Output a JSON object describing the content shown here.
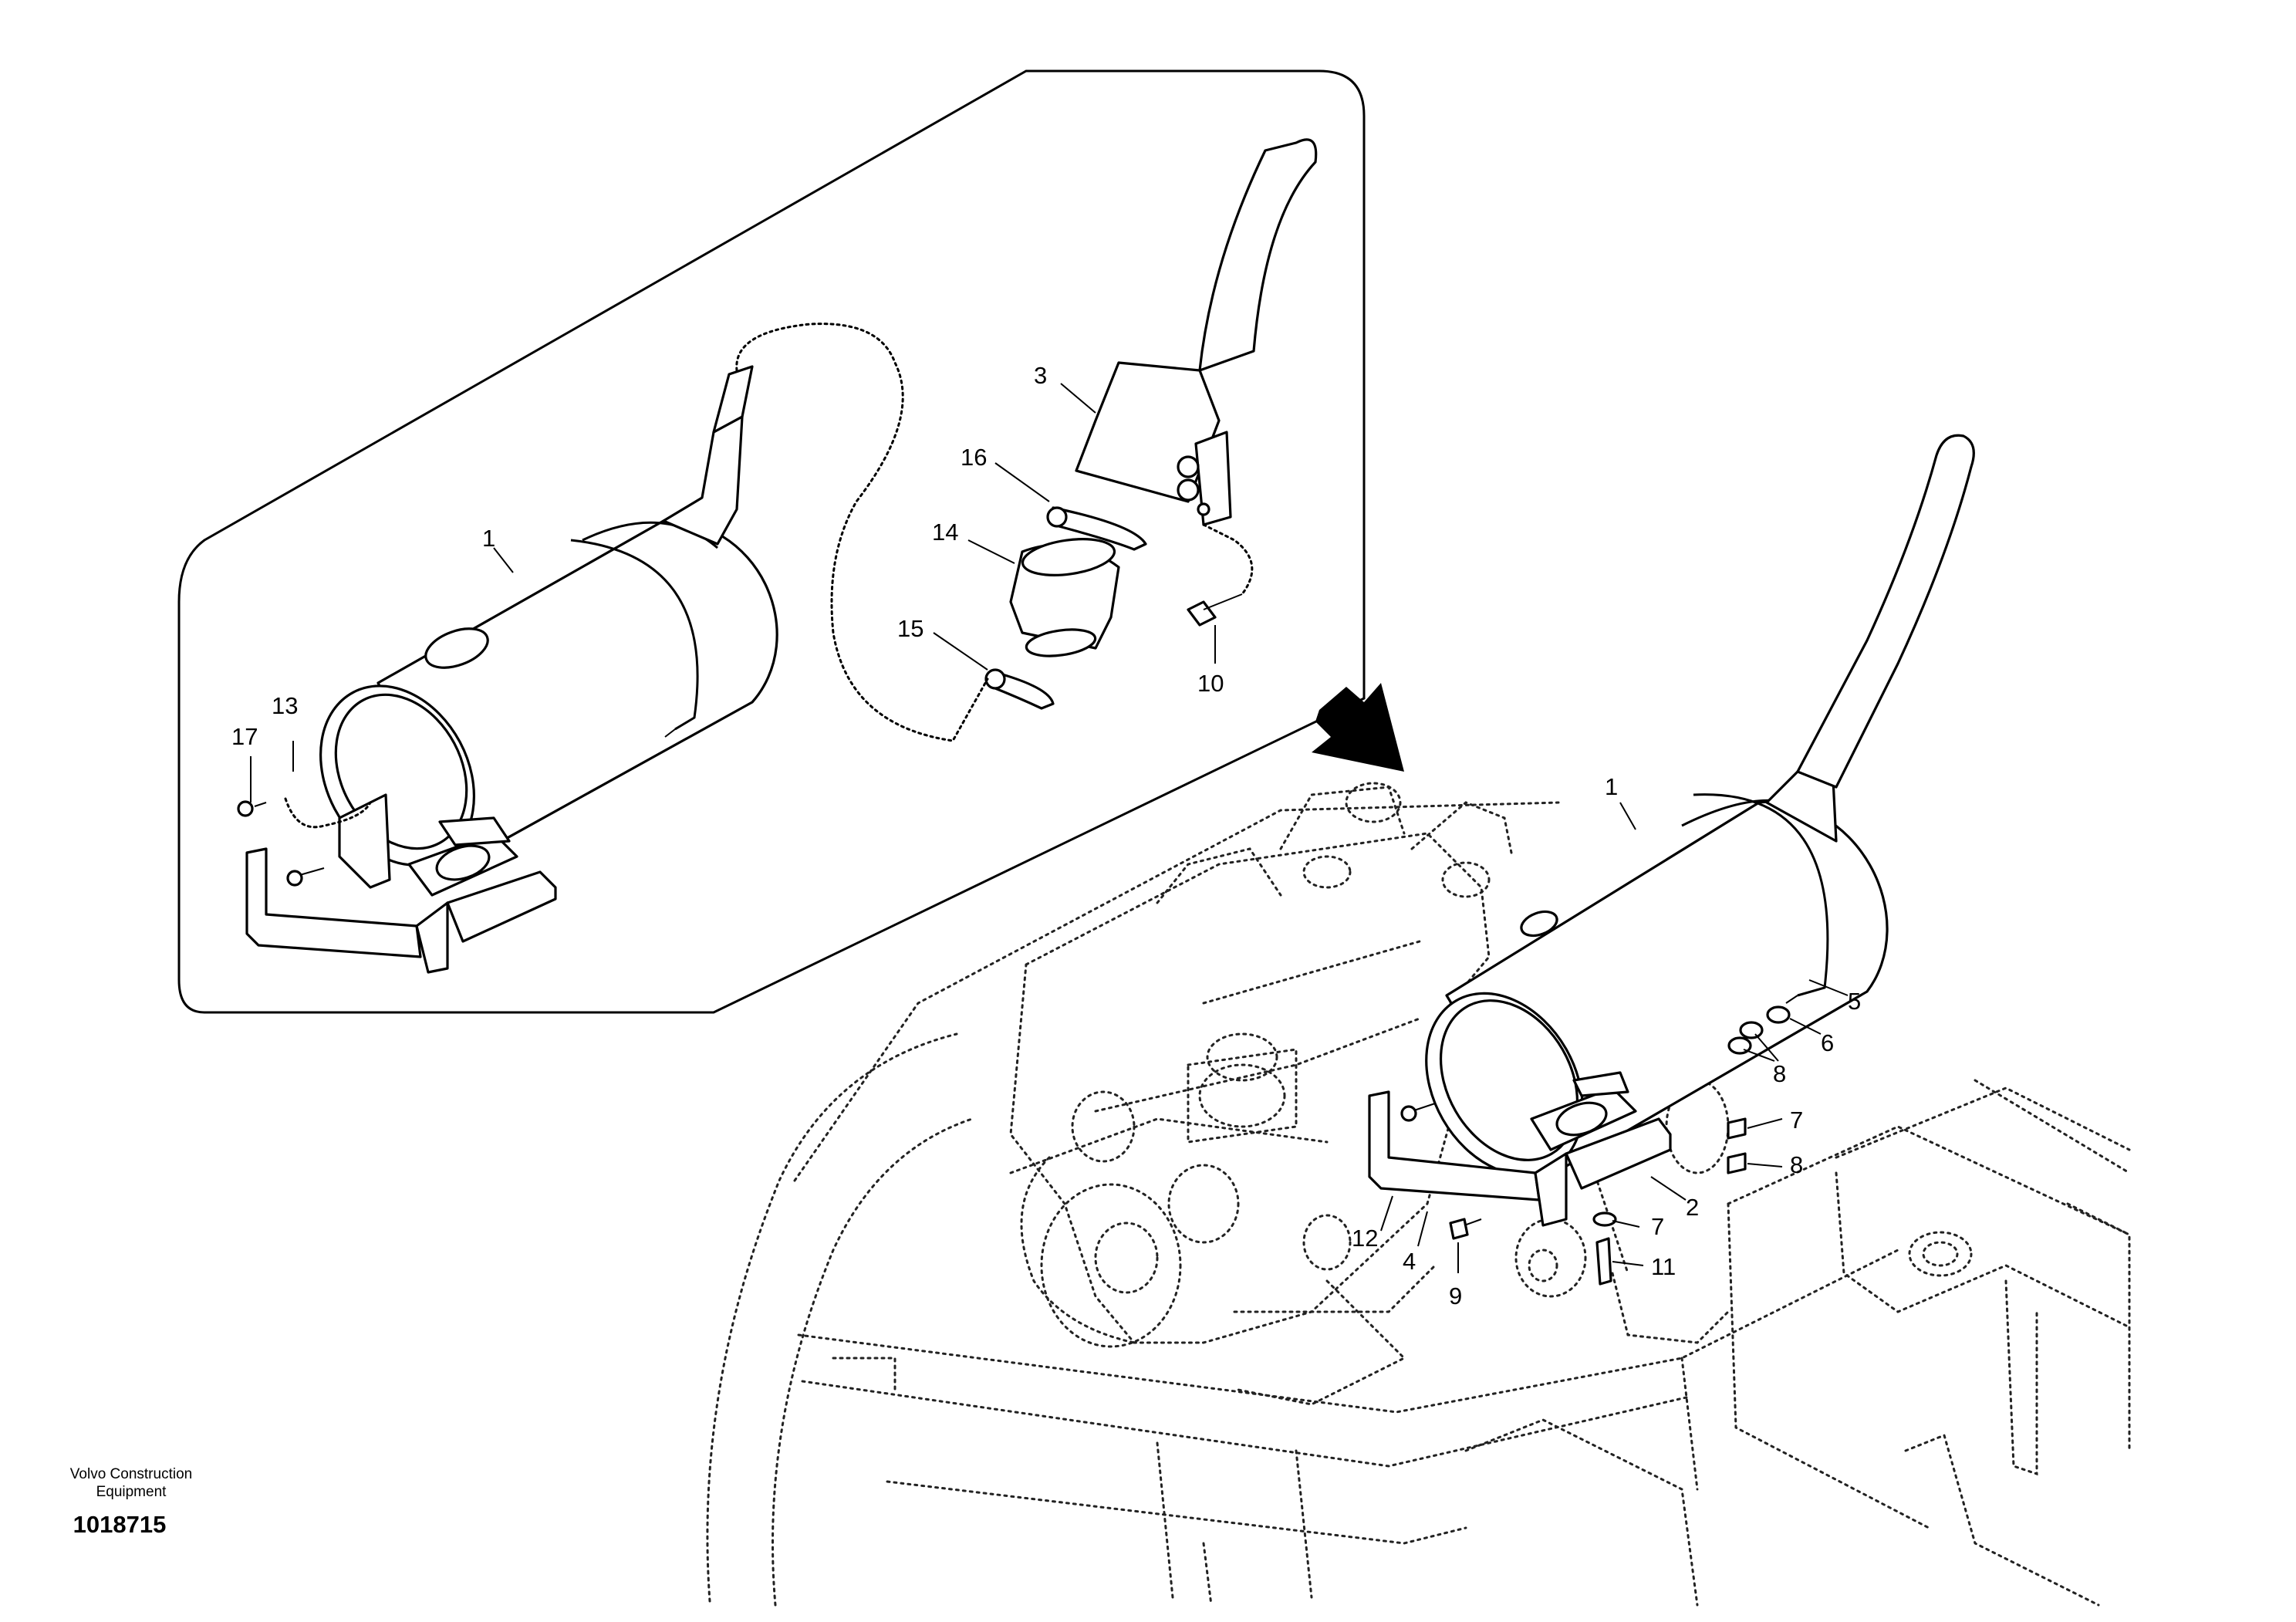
{
  "callouts": {
    "c1_inset": "1",
    "c3": "3",
    "c16": "16",
    "c14": "14",
    "c15": "15",
    "c10": "10",
    "c13": "13",
    "c17": "17",
    "c1_main": "1",
    "c5": "5",
    "c6": "6",
    "c8_a": "8",
    "c7_a": "7",
    "c8_b": "8",
    "c2": "2",
    "c7_b": "7",
    "c11": "11",
    "c12": "12",
    "c4": "4",
    "c9": "9"
  },
  "footer": {
    "brand_line1": "Volvo Construction",
    "brand_line2": "Equipment",
    "doc_number": "1018715"
  }
}
